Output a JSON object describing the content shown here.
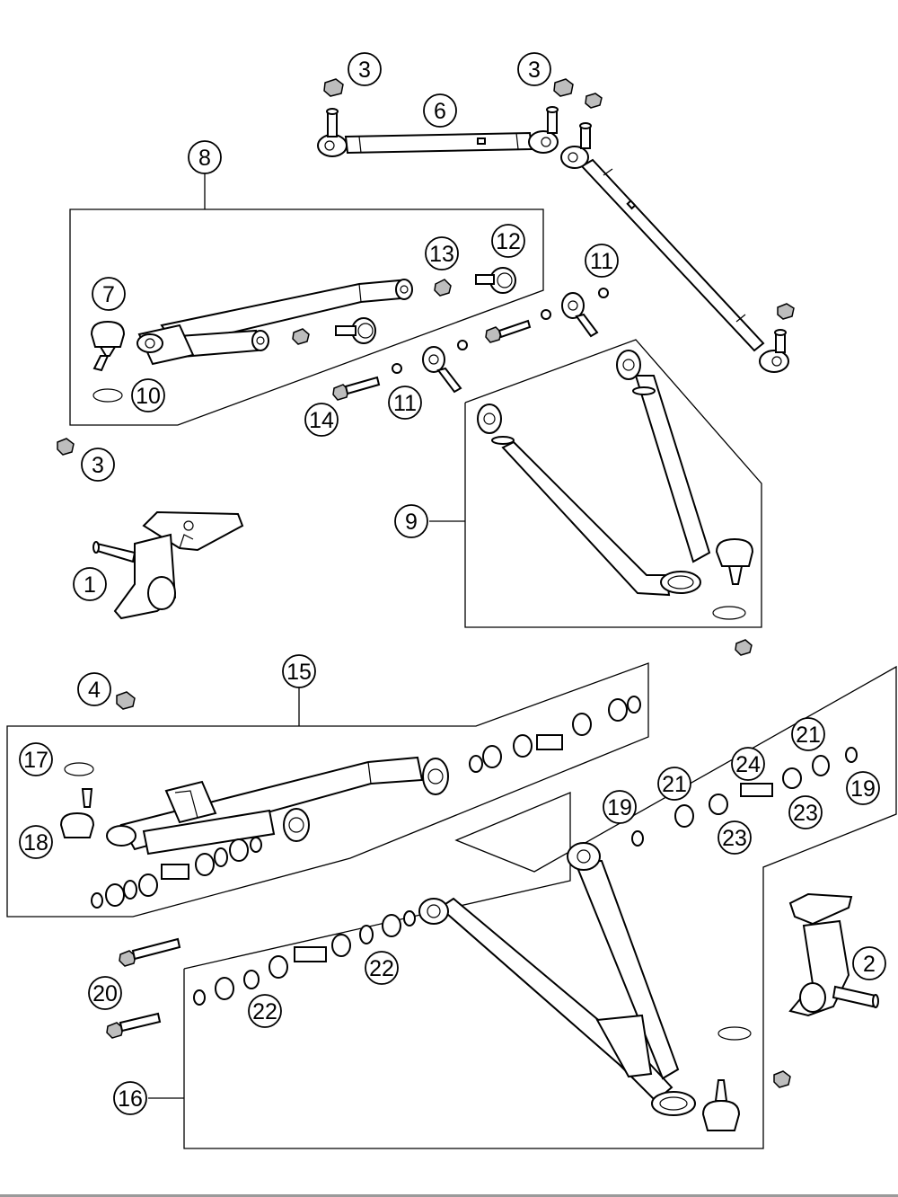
{
  "diagram": {
    "callouts": [
      {
        "id": "c1",
        "label": "1"
      },
      {
        "id": "c2",
        "label": "2"
      },
      {
        "id": "c3a",
        "label": "3"
      },
      {
        "id": "c3b",
        "label": "3"
      },
      {
        "id": "c3c",
        "label": "3"
      },
      {
        "id": "c4",
        "label": "4"
      },
      {
        "id": "c6",
        "label": "6"
      },
      {
        "id": "c7",
        "label": "7"
      },
      {
        "id": "c8",
        "label": "8"
      },
      {
        "id": "c9",
        "label": "9"
      },
      {
        "id": "c10",
        "label": "10"
      },
      {
        "id": "c11a",
        "label": "11"
      },
      {
        "id": "c11b",
        "label": "11"
      },
      {
        "id": "c12",
        "label": "12"
      },
      {
        "id": "c13",
        "label": "13"
      },
      {
        "id": "c14",
        "label": "14"
      },
      {
        "id": "c15",
        "label": "15"
      },
      {
        "id": "c16",
        "label": "16"
      },
      {
        "id": "c17",
        "label": "17"
      },
      {
        "id": "c18",
        "label": "18"
      },
      {
        "id": "c19a",
        "label": "19"
      },
      {
        "id": "c19b",
        "label": "19"
      },
      {
        "id": "c20",
        "label": "20"
      },
      {
        "id": "c21a",
        "label": "21"
      },
      {
        "id": "c21b",
        "label": "21"
      },
      {
        "id": "c22a",
        "label": "22"
      },
      {
        "id": "c22b",
        "label": "22"
      },
      {
        "id": "c23a",
        "label": "23"
      },
      {
        "id": "c23b",
        "label": "23"
      },
      {
        "id": "c24",
        "label": "24"
      }
    ]
  }
}
